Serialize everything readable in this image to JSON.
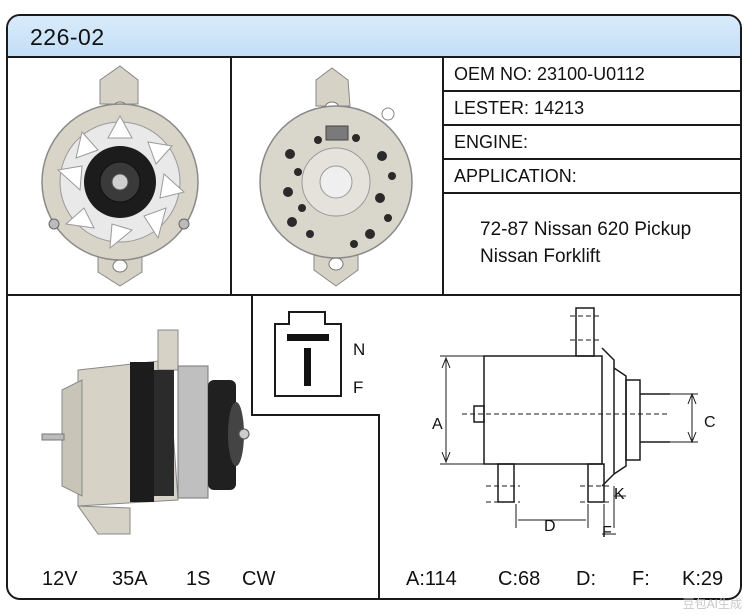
{
  "header": {
    "title": "226-02"
  },
  "info": {
    "oem_label": "OEM NO:",
    "oem_value": "23100-U0112",
    "lester_label": "LESTER:",
    "lester_value": "14213",
    "engine_label": "ENGINE:",
    "engine_value": "",
    "application_label": "APPLICATION:",
    "application_lines": [
      "72-87 Nissan 620 Pickup",
      "Nissan Forklift"
    ]
  },
  "connector": {
    "labels": [
      "N",
      "F"
    ]
  },
  "specs_left": {
    "voltage": "12V",
    "amperage": "35A",
    "pulley": "1S",
    "rotation": "CW"
  },
  "dimensions": {
    "labels": {
      "a": "A",
      "c": "C",
      "d": "D",
      "f": "F",
      "k": "K"
    },
    "values": {
      "a": "A:114",
      "c": "C:68",
      "d": "D:",
      "f": "F:",
      "k": "K:29"
    }
  },
  "watermark": "豆包AI生成",
  "colors": {
    "header_bg": "#cfe5f9",
    "border": "#1a1a1a",
    "metal": "#d6d2c6"
  }
}
